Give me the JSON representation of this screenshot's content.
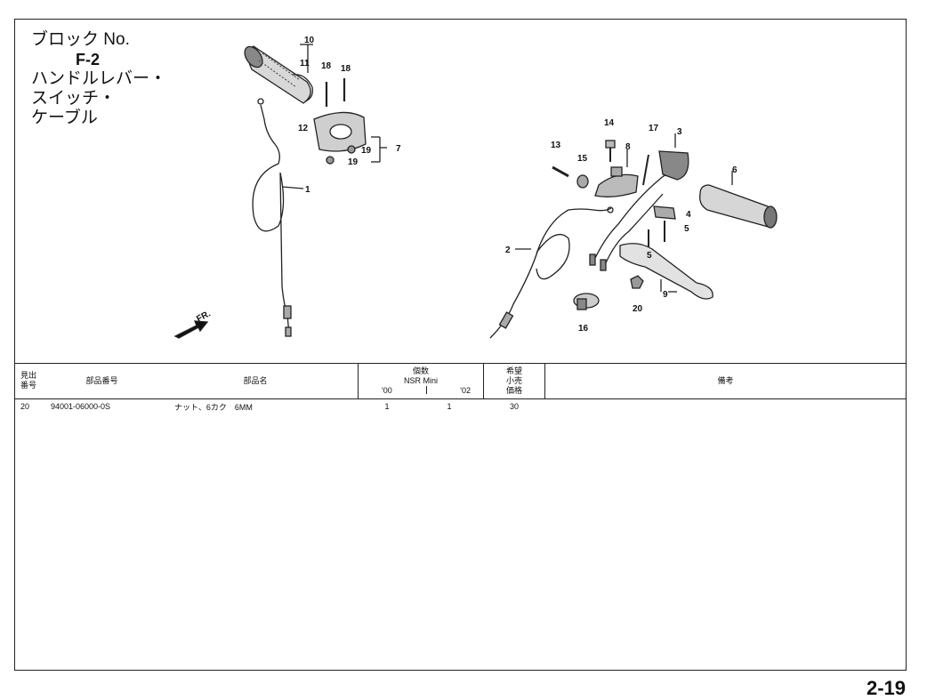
{
  "block": {
    "label": "ブロック No.",
    "code": "F-2",
    "title_lines": [
      "ハンドルレバー・",
      "スイッチ・",
      "ケーブル"
    ]
  },
  "diagram": {
    "direction_label": "FR.",
    "callouts": [
      "1",
      "2",
      "3",
      "4",
      "5",
      "5",
      "6",
      "7",
      "8",
      "9",
      "10",
      "11",
      "12",
      "13",
      "14",
      "15",
      "16",
      "17",
      "18",
      "18",
      "19",
      "19",
      "20"
    ]
  },
  "table": {
    "headers": {
      "ref_no": [
        "見出",
        "番号"
      ],
      "part_no": "部品番号",
      "description": "部品名",
      "qty": "個数",
      "model": "NSR Mini",
      "years": [
        "'00",
        "'02"
      ],
      "price": [
        "希望",
        "小売",
        "価格"
      ],
      "remarks": "備考"
    },
    "rows": [
      {
        "ref": "20",
        "part_no": "94001-06000-0S",
        "description": "ナット、6カク　6MM",
        "qty_00": "1",
        "qty_02": "1",
        "price": "30",
        "remarks": ""
      }
    ]
  },
  "page_number": "2-19"
}
